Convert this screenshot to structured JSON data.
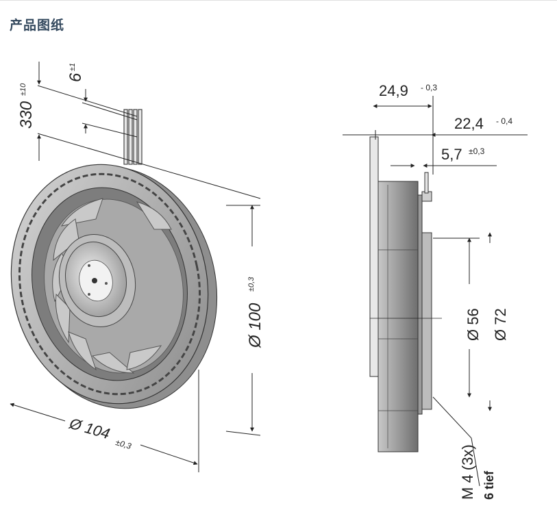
{
  "section": {
    "title": "产品图纸"
  },
  "iso_view": {
    "cable_length": "330",
    "cable_length_tol": "±10",
    "cable_strip": "6",
    "cable_strip_tol": "±1",
    "outer_diameter": "Ø 104",
    "outer_diameter_tol": "±0,3",
    "inner_diameter": "Ø 100",
    "inner_diameter_tol": "±0,3"
  },
  "side_view": {
    "overall_depth": "24,9",
    "overall_depth_tol": "- 0,3",
    "body_depth": "22,4",
    "body_depth_tol": "- 0,4",
    "flange_depth": "5,7",
    "flange_depth_tol": "±0,3",
    "hub_diameter": "Ø 56",
    "flange_diameter": "Ø 72",
    "thread": "M 4 (3x)",
    "thread_depth": "6 tief"
  },
  "colors": {
    "title": "#34495e",
    "line": "#222222",
    "metal": "#b9b9b9"
  }
}
